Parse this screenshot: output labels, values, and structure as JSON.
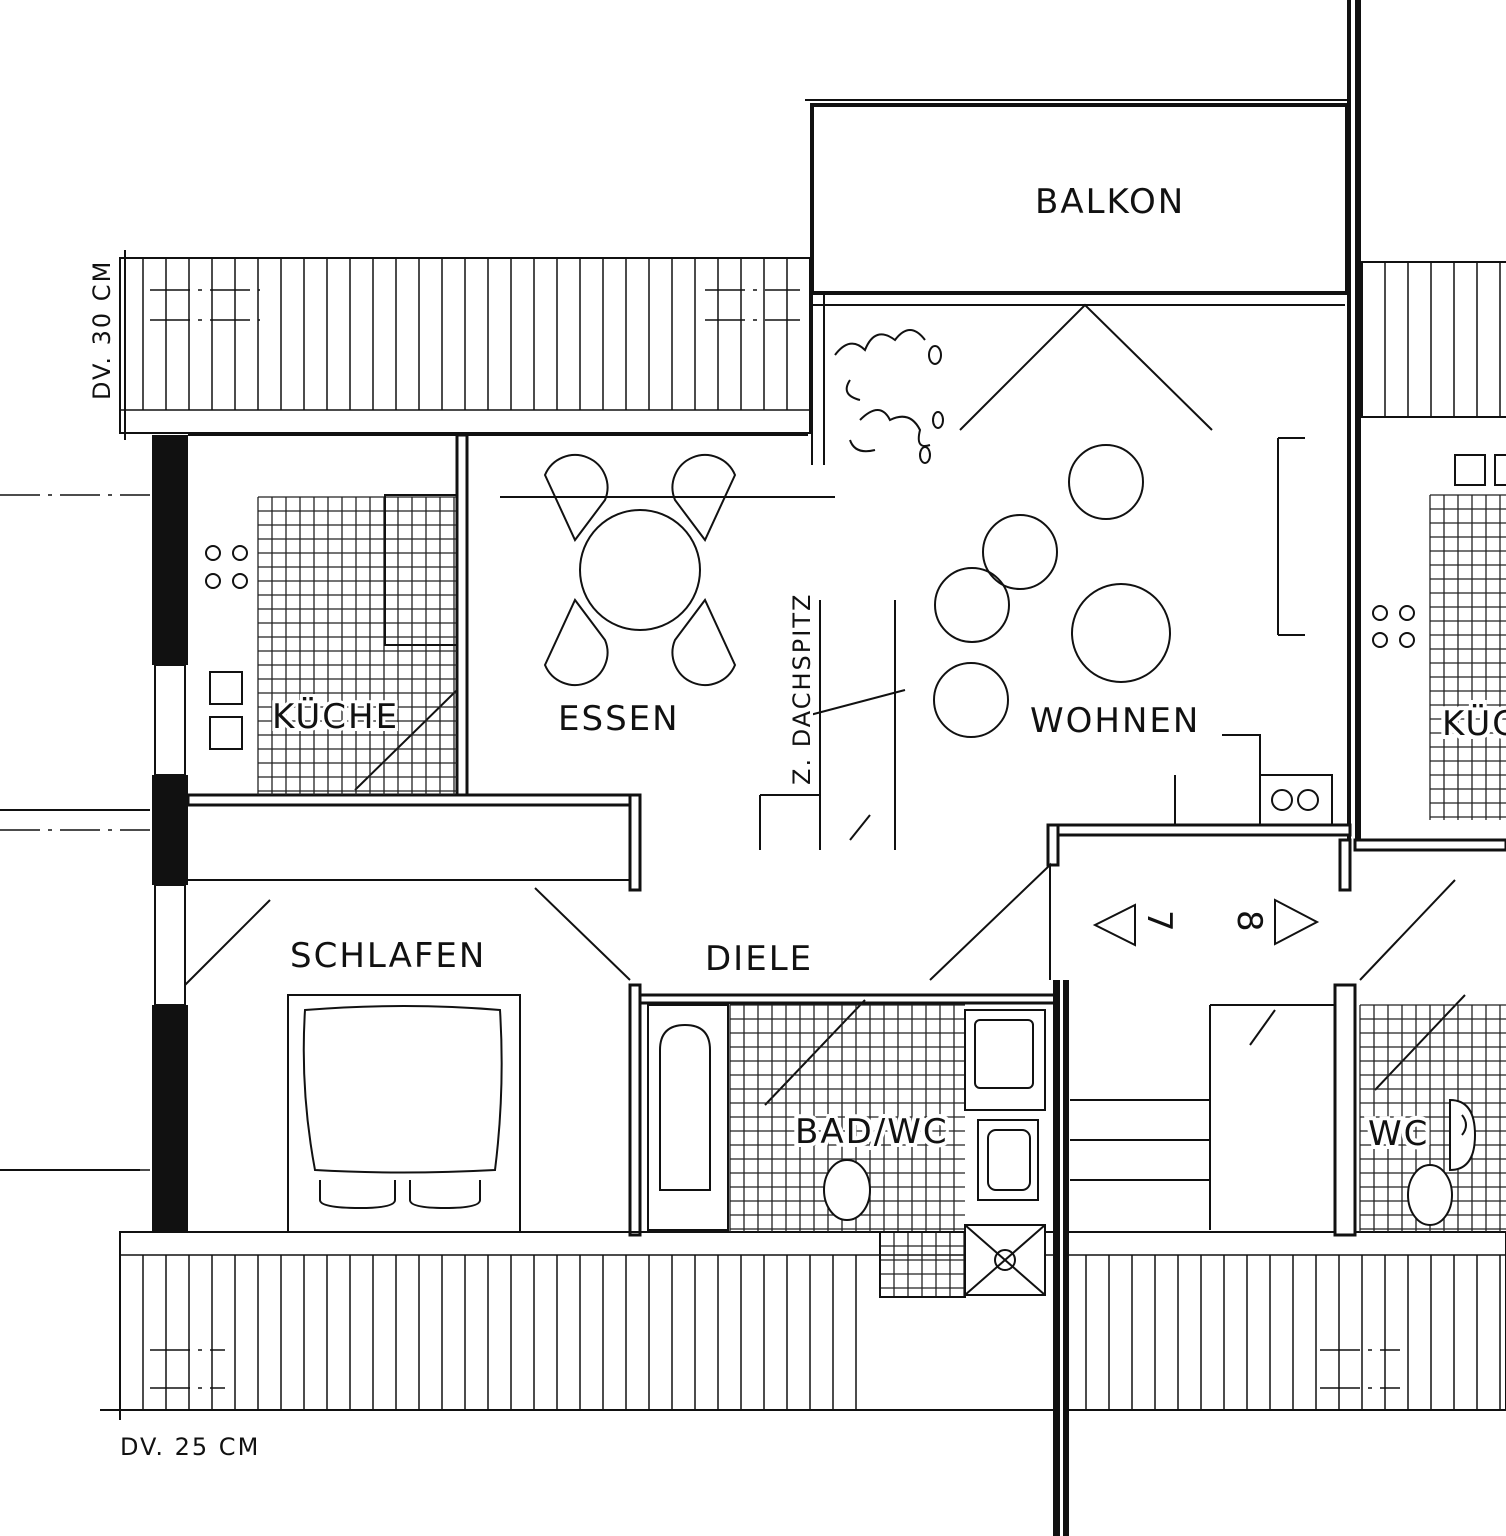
{
  "plan": {
    "rooms": {
      "balkon": "BALKON",
      "kueche": "KÜCHE",
      "essen": "ESSEN",
      "wohnen": "WOHNEN",
      "schlafen": "SCHLAFEN",
      "diele": "DIELE",
      "bad_wc": "BAD/WC",
      "wc": "WC",
      "kueche_neighbor": "KÜC"
    },
    "annotations": {
      "dv_top": "DV. 30 CM",
      "dv_bottom": "DV. 25 CM",
      "stair_note": "Z. DACHSPITZ",
      "step_7": "7",
      "step_8": "8"
    }
  }
}
